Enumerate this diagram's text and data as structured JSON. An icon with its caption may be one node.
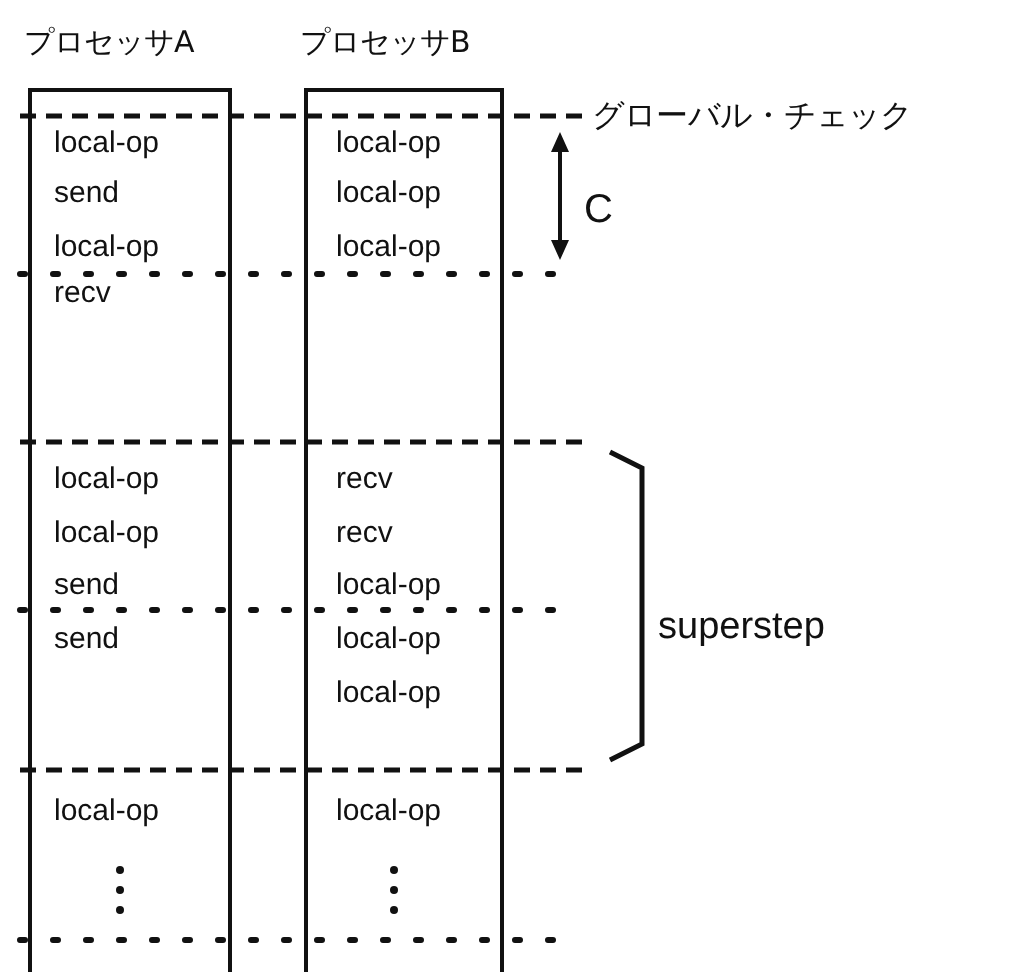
{
  "diagram": {
    "nodes": [
      {
        "text": [
          "プロセッサA",
          "local-op",
          "send",
          "local-op",
          "recv",
          "local-op",
          "local-op",
          "send",
          "send",
          "local-op"
        ]
      },
      {
        "text": [
          "プロセッサB",
          "local-op",
          "local-op",
          "local-op",
          "recv",
          "recv",
          "local-op",
          "local-op",
          "local-op",
          "local-op"
        ]
      }
    ],
    "labels": [
      "グローバル・チェック",
      "C",
      "superstep"
    ]
  }
}
